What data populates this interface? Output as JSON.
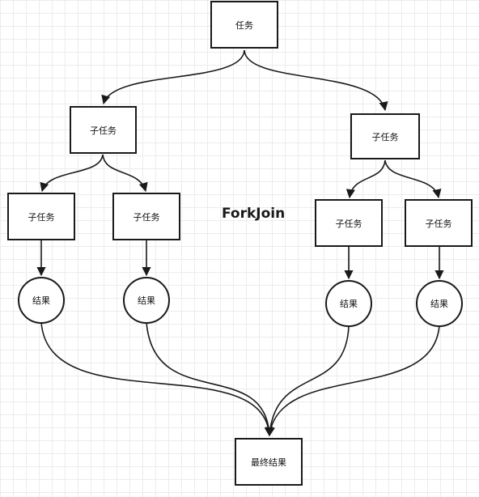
{
  "diagram": {
    "title": "ForkJoin",
    "root_task": "任务",
    "subtask_left": "子任务",
    "subtask_right": "子任务",
    "leaf_tasks": [
      "子任务",
      "子任务",
      "子任务",
      "子任务"
    ],
    "results": [
      "结果",
      "结果",
      "结果",
      "结果"
    ],
    "final_result": "最终结果"
  },
  "colors": {
    "stroke": "#1a1a1a",
    "grid": "#ececec",
    "background": "#ffffff"
  }
}
